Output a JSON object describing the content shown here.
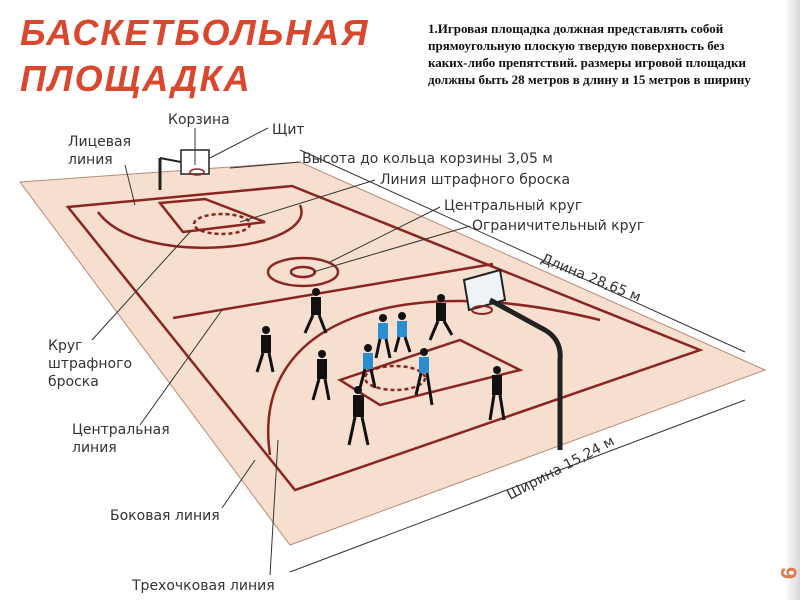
{
  "slide": {
    "title_line1": "БАСКЕТБОЛЬНАЯ",
    "title_line2": "ПЛОЩАДКА",
    "description": "1.Игровая площадка должная представлять собой прямоугольную плоскую твердую поверхность без каких-либо препятствий. размеры игровой площадки должны быть 28 метров в длину и 15 метров в ширину",
    "page_number": "9"
  },
  "labels": {
    "endline": [
      "Лицевая",
      "линия"
    ],
    "basket": "Корзина",
    "backboard": "Щит",
    "rim_height": "Высота до кольца корзины 3,05 м",
    "free_throw_line": "Линия штрафного броска",
    "center_circle": "Центральный круг",
    "restricting_circle": "Ограничительный круг",
    "length": "Длина 28,65 м",
    "free_throw_circle": [
      "Круг",
      "штрафного",
      "броска"
    ],
    "center_line": [
      "Центральная",
      "линия"
    ],
    "sideline": "Боковая линия",
    "width": "Ширина 15,24 м",
    "three_point_line": "Трехочковая линия"
  },
  "colors": {
    "title": "#d9472e",
    "court_surface": "#f6dfcf",
    "court_lines": "#8a2520",
    "label_text": "#333333"
  }
}
